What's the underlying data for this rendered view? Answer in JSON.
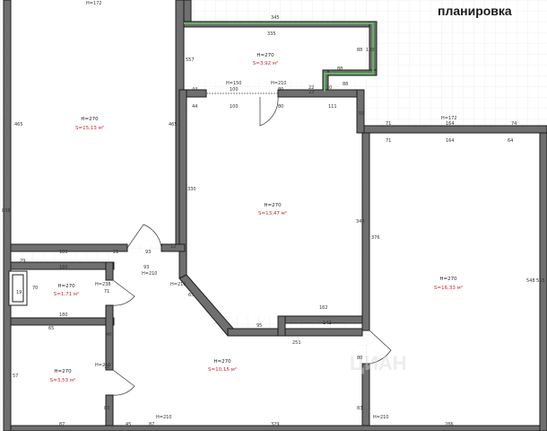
{
  "title": "планировка",
  "watermark": "ЦИАН",
  "colors": {
    "wall": "#1e1e1e",
    "wall_fill": "#6f6f6f",
    "grid": "#e4e4e4",
    "balcony": "#5cb85c",
    "area_text": "#c62828"
  },
  "rooms": [
    {
      "id": "left_room",
      "height": "H=270",
      "area": "S=15,13 м²"
    },
    {
      "id": "balcony",
      "height": "H=270",
      "area": "S=3,92 м²"
    },
    {
      "id": "center_room",
      "height": "H=270",
      "area": "S=13,47 м²"
    },
    {
      "id": "right_room",
      "height": "H=270",
      "area": "S=16,33 м²"
    },
    {
      "id": "bath_small",
      "height": "H=270",
      "area": "S=1,71 м²"
    },
    {
      "id": "bath",
      "height": "H=270",
      "area": "S=3,53 м²"
    },
    {
      "id": "hall",
      "height": "H=270",
      "area": "S=10,15 м²"
    }
  ],
  "dimensions": [
    "H=172",
    "345",
    "335",
    "88",
    "100",
    "88",
    "88",
    "22",
    "30",
    "H=150",
    "H=210",
    "44",
    "100",
    "80",
    "23",
    "44",
    "100",
    "80",
    "111",
    "465",
    "838",
    "465",
    "557",
    "55",
    "H=172",
    "71",
    "164",
    "74",
    "71",
    "164",
    "64",
    "330",
    "348",
    "376",
    "180",
    "21",
    "93",
    "180",
    "93",
    "H=210",
    "70",
    "19",
    "H=238",
    "71",
    "29",
    "H=210",
    "12",
    "65",
    "180",
    "65",
    "162",
    "142",
    "95",
    "251",
    "548",
    "565",
    "40",
    "71",
    "57",
    "H=210",
    "83",
    "87",
    "H=210",
    "45",
    "87",
    "329",
    "H=210",
    "286",
    "80",
    "83"
  ]
}
